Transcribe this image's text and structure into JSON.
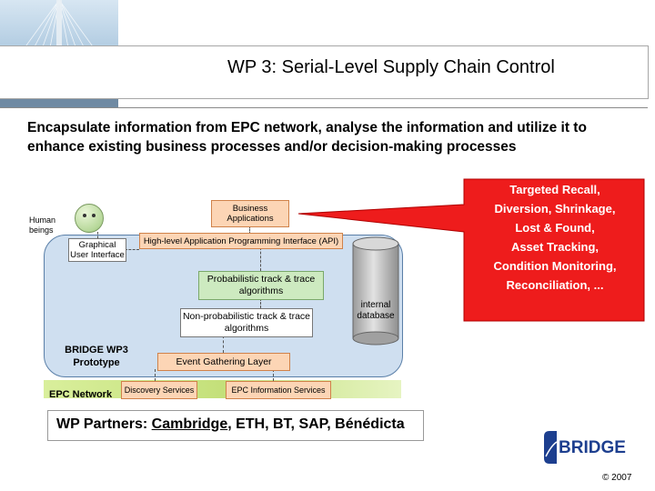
{
  "header": {
    "title": "WP 3: Serial-Level Supply Chain Control"
  },
  "intro": "Encapsulate information from EPC network, analyse the information and utilize it to enhance existing business processes and/or decision-making processes",
  "diagram": {
    "human_label": "Human beings",
    "gui_label": "Graphical User Interface",
    "business_apps": "Business Applications",
    "api_label": "High-level Application Programming Interface (API)",
    "probabilistic": "Probabilistic track & trace algorithms",
    "non_probabilistic": "Non-probabilistic track & trace algorithms",
    "internal_db": "internal database",
    "bridge_prototype": "BRIDGE WP3 Prototype",
    "event_gathering": "Event Gathering Layer",
    "epc_network": "EPC Network",
    "discovery": "Discovery Services",
    "epcis": "EPC Information Services"
  },
  "callout": {
    "lines": [
      "Targeted Recall,",
      "Diversion, Shrinkage,",
      "Lost & Found,",
      "Asset Tracking,",
      "Condition Monitoring,",
      "Reconciliation, ..."
    ],
    "color": "#ee1c1c"
  },
  "partners": {
    "prefix": "WP Partners:",
    "cambridge": "Cambridge",
    "rest": ", ETH, BT, SAP, Bénédicta"
  },
  "logo": {
    "text": "BRIDGE",
    "color": "#1d3f8f"
  },
  "copyright": "© 2007"
}
